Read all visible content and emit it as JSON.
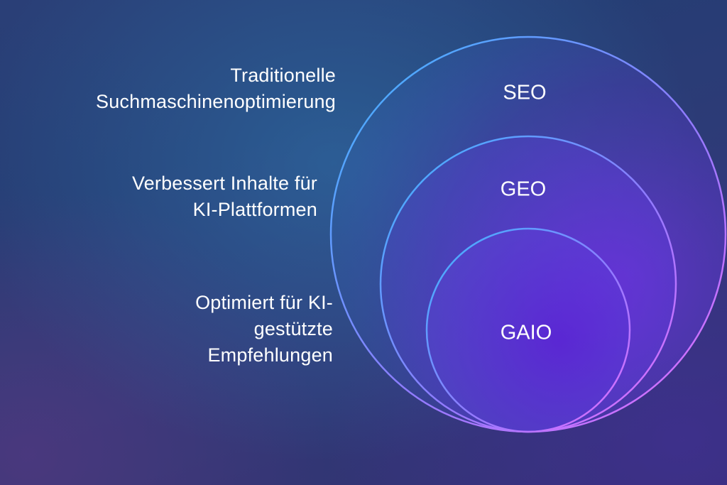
{
  "diagram": {
    "levels": [
      {
        "name": "SEO",
        "description": "Traditionelle\nSuchmaschinenoptimierung"
      },
      {
        "name": "GEO",
        "description": "Verbessert Inhalte für\nKI-Plattformen"
      },
      {
        "name": "GAIO",
        "description": "Optimiert für KI-\ngestützte\nEmpfehlungen"
      }
    ],
    "colors": {
      "outline_start": "#3fb6ff",
      "outline_end": "#e36bff",
      "fill_inner": "#5a2fd0",
      "text": "#ffffff"
    }
  }
}
